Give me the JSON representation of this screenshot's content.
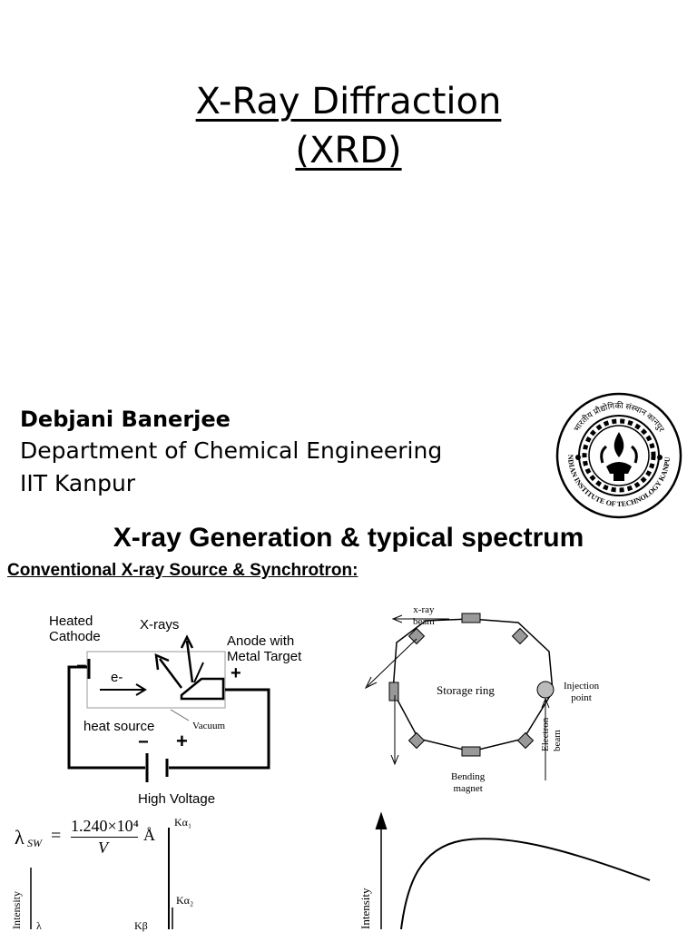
{
  "slide1": {
    "title_line1": "X-Ray Diffraction",
    "title_line2": "(XRD)",
    "author": "Debjani Banerjee",
    "department": "Department of Chemical Engineering",
    "institute": "IIT Kanpur",
    "logo": {
      "ring_text": "INDIAN INSTITUTE OF TECHNOLOGY KANPUR",
      "top_text": "भारतीय प्रौद्योगिकी संस्थान कानपुर"
    }
  },
  "slide2": {
    "title": "X-ray Generation & typical spectrum",
    "subtitle": "Conventional X-ray Source & Synchrotron:",
    "tube_diagram": {
      "heated_cathode": "Heated\nCathode",
      "x_rays": "X-rays",
      "anode": "Anode with\nMetal Target",
      "electron": "e-",
      "heat_source": "heat source",
      "vacuum": "Vacuum",
      "high_voltage": "High Voltage",
      "minus": "−",
      "plus": "+"
    },
    "synchrotron_diagram": {
      "xray_beam": "x-ray\nbeam",
      "storage_ring": "Storage ring",
      "injection_point": "Injection\npoint",
      "electron_beam": "Electron\nbeam",
      "bending_magnet": "Bending\nmagnet"
    },
    "formula": {
      "lhs": "λ",
      "lhs_sub": "SW",
      "numerator": "1.240×10⁴",
      "denominator": "V",
      "unit": "Å"
    },
    "spectrum_left": {
      "ylabel": "Intensity",
      "ka1": "Kα₁",
      "ka2": "Kα₂",
      "kb": "Kβ",
      "lambda": "λ"
    },
    "spectrum_right": {
      "ylabel": "Intensity"
    }
  }
}
